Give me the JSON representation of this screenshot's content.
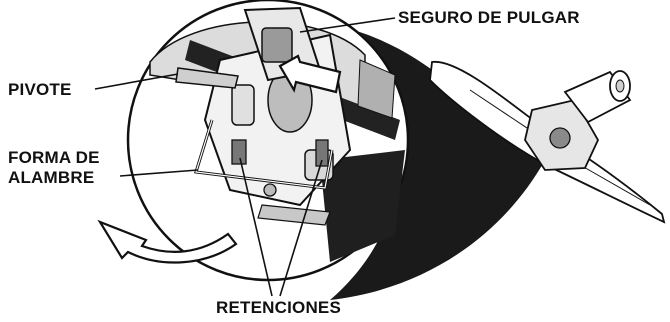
{
  "labels": {
    "thumb_latch": "SEGURO DE PULGAR",
    "pivot": "PIVOTE",
    "wire_form_line1": "FORMA DE",
    "wire_form_line2": "ALAMBRE",
    "retainers": "RETENCIONES"
  },
  "colors": {
    "ink": "#111111",
    "shading": "#1a1a1a",
    "mid_gray": "#8a8a8a",
    "light_gray": "#cfcfcf",
    "paper": "#ffffff"
  },
  "icons": {
    "push_arrow": "arrow-left-icon",
    "rotate_arrow": "curved-arrow-icon"
  }
}
